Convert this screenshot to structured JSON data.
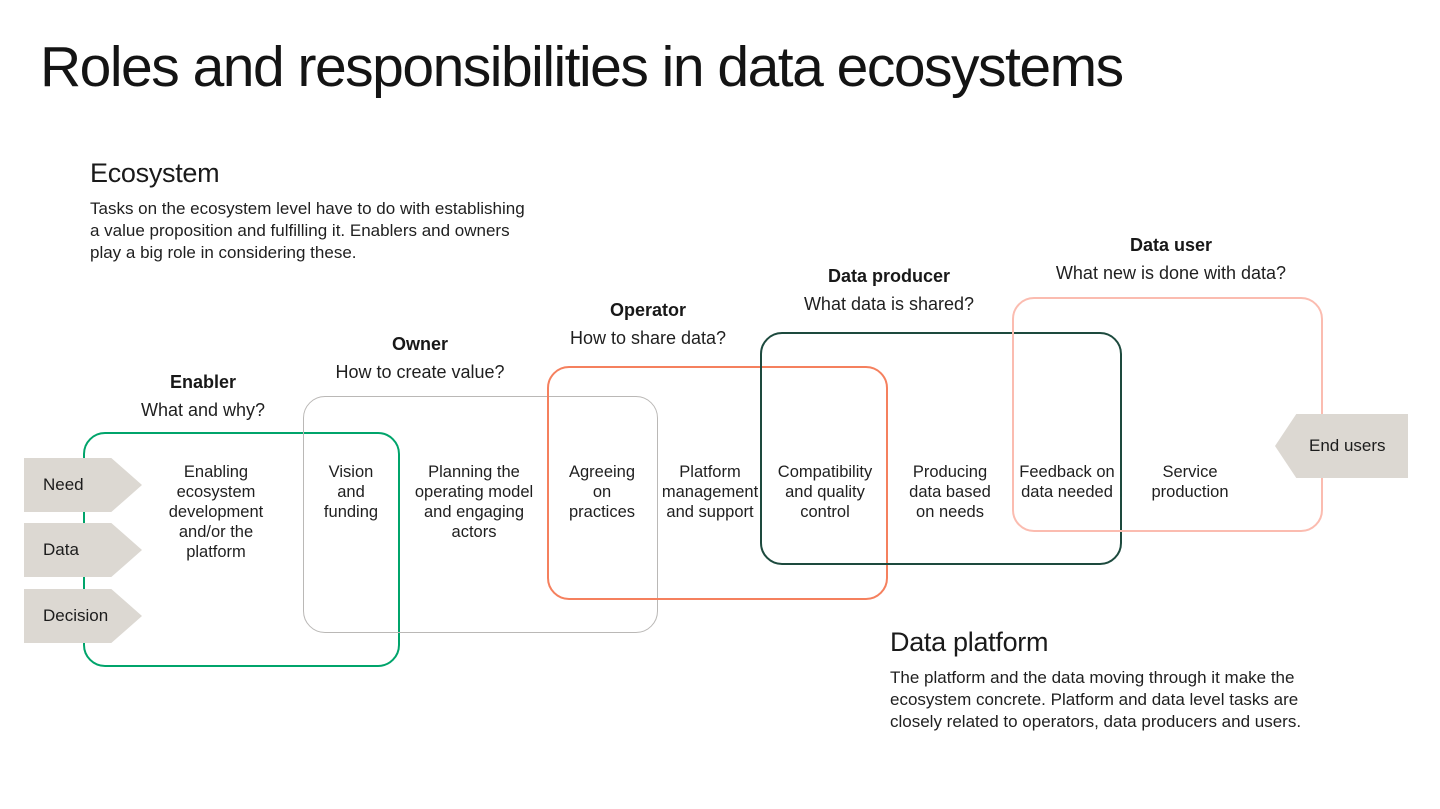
{
  "page": {
    "title": "Roles and responsibilities in data ecosystems",
    "background": "#FFFFFF",
    "text_color": "#1C1C1C"
  },
  "sections": {
    "ecosystem": {
      "heading": "Ecosystem",
      "body": "Tasks on the ecosystem level have to do with establishing\na value proposition and fulfilling it. Enablers and owners\nplay a big role in considering these."
    },
    "data_platform": {
      "heading": "Data platform",
      "body": "The platform and the data moving through it make the\necosystem concrete. Platform and data level tasks are\nclosely related to operators, data producers and users."
    }
  },
  "roles": [
    {
      "name": "Enabler",
      "question": "What and why?",
      "color": "#00A46B"
    },
    {
      "name": "Owner",
      "question": "How to create value?",
      "color": "#BAB8B6"
    },
    {
      "name": "Operator",
      "question": "How to share data?",
      "color": "#F5805E"
    },
    {
      "name": "Data producer",
      "question": "What data is shared?",
      "color": "#1D4A3E"
    },
    {
      "name": "Data user",
      "question": "What new is done with data?",
      "color": "#FBBCB0"
    }
  ],
  "tasks": [
    {
      "label": "Enabling\necosystem\ndevelopment\nand/or the\nplatform"
    },
    {
      "label": "Vision\nand\nfunding"
    },
    {
      "label": "Planning the\noperating model\nand engaging\nactors"
    },
    {
      "label": "Agreeing\non\npractices"
    },
    {
      "label": "Platform\nmanagement\nand support"
    },
    {
      "label": "Compatibility\nand quality\ncontrol"
    },
    {
      "label": "Producing\ndata based\non needs"
    },
    {
      "label": "Feedback on\ndata needed"
    },
    {
      "label": "Service\nproduction"
    }
  ],
  "flow_inputs": [
    {
      "label": "Need"
    },
    {
      "label": "Data"
    },
    {
      "label": "Decision"
    }
  ],
  "flow_output": {
    "label": "End users"
  },
  "arrow_fill": "#DCD8D2"
}
